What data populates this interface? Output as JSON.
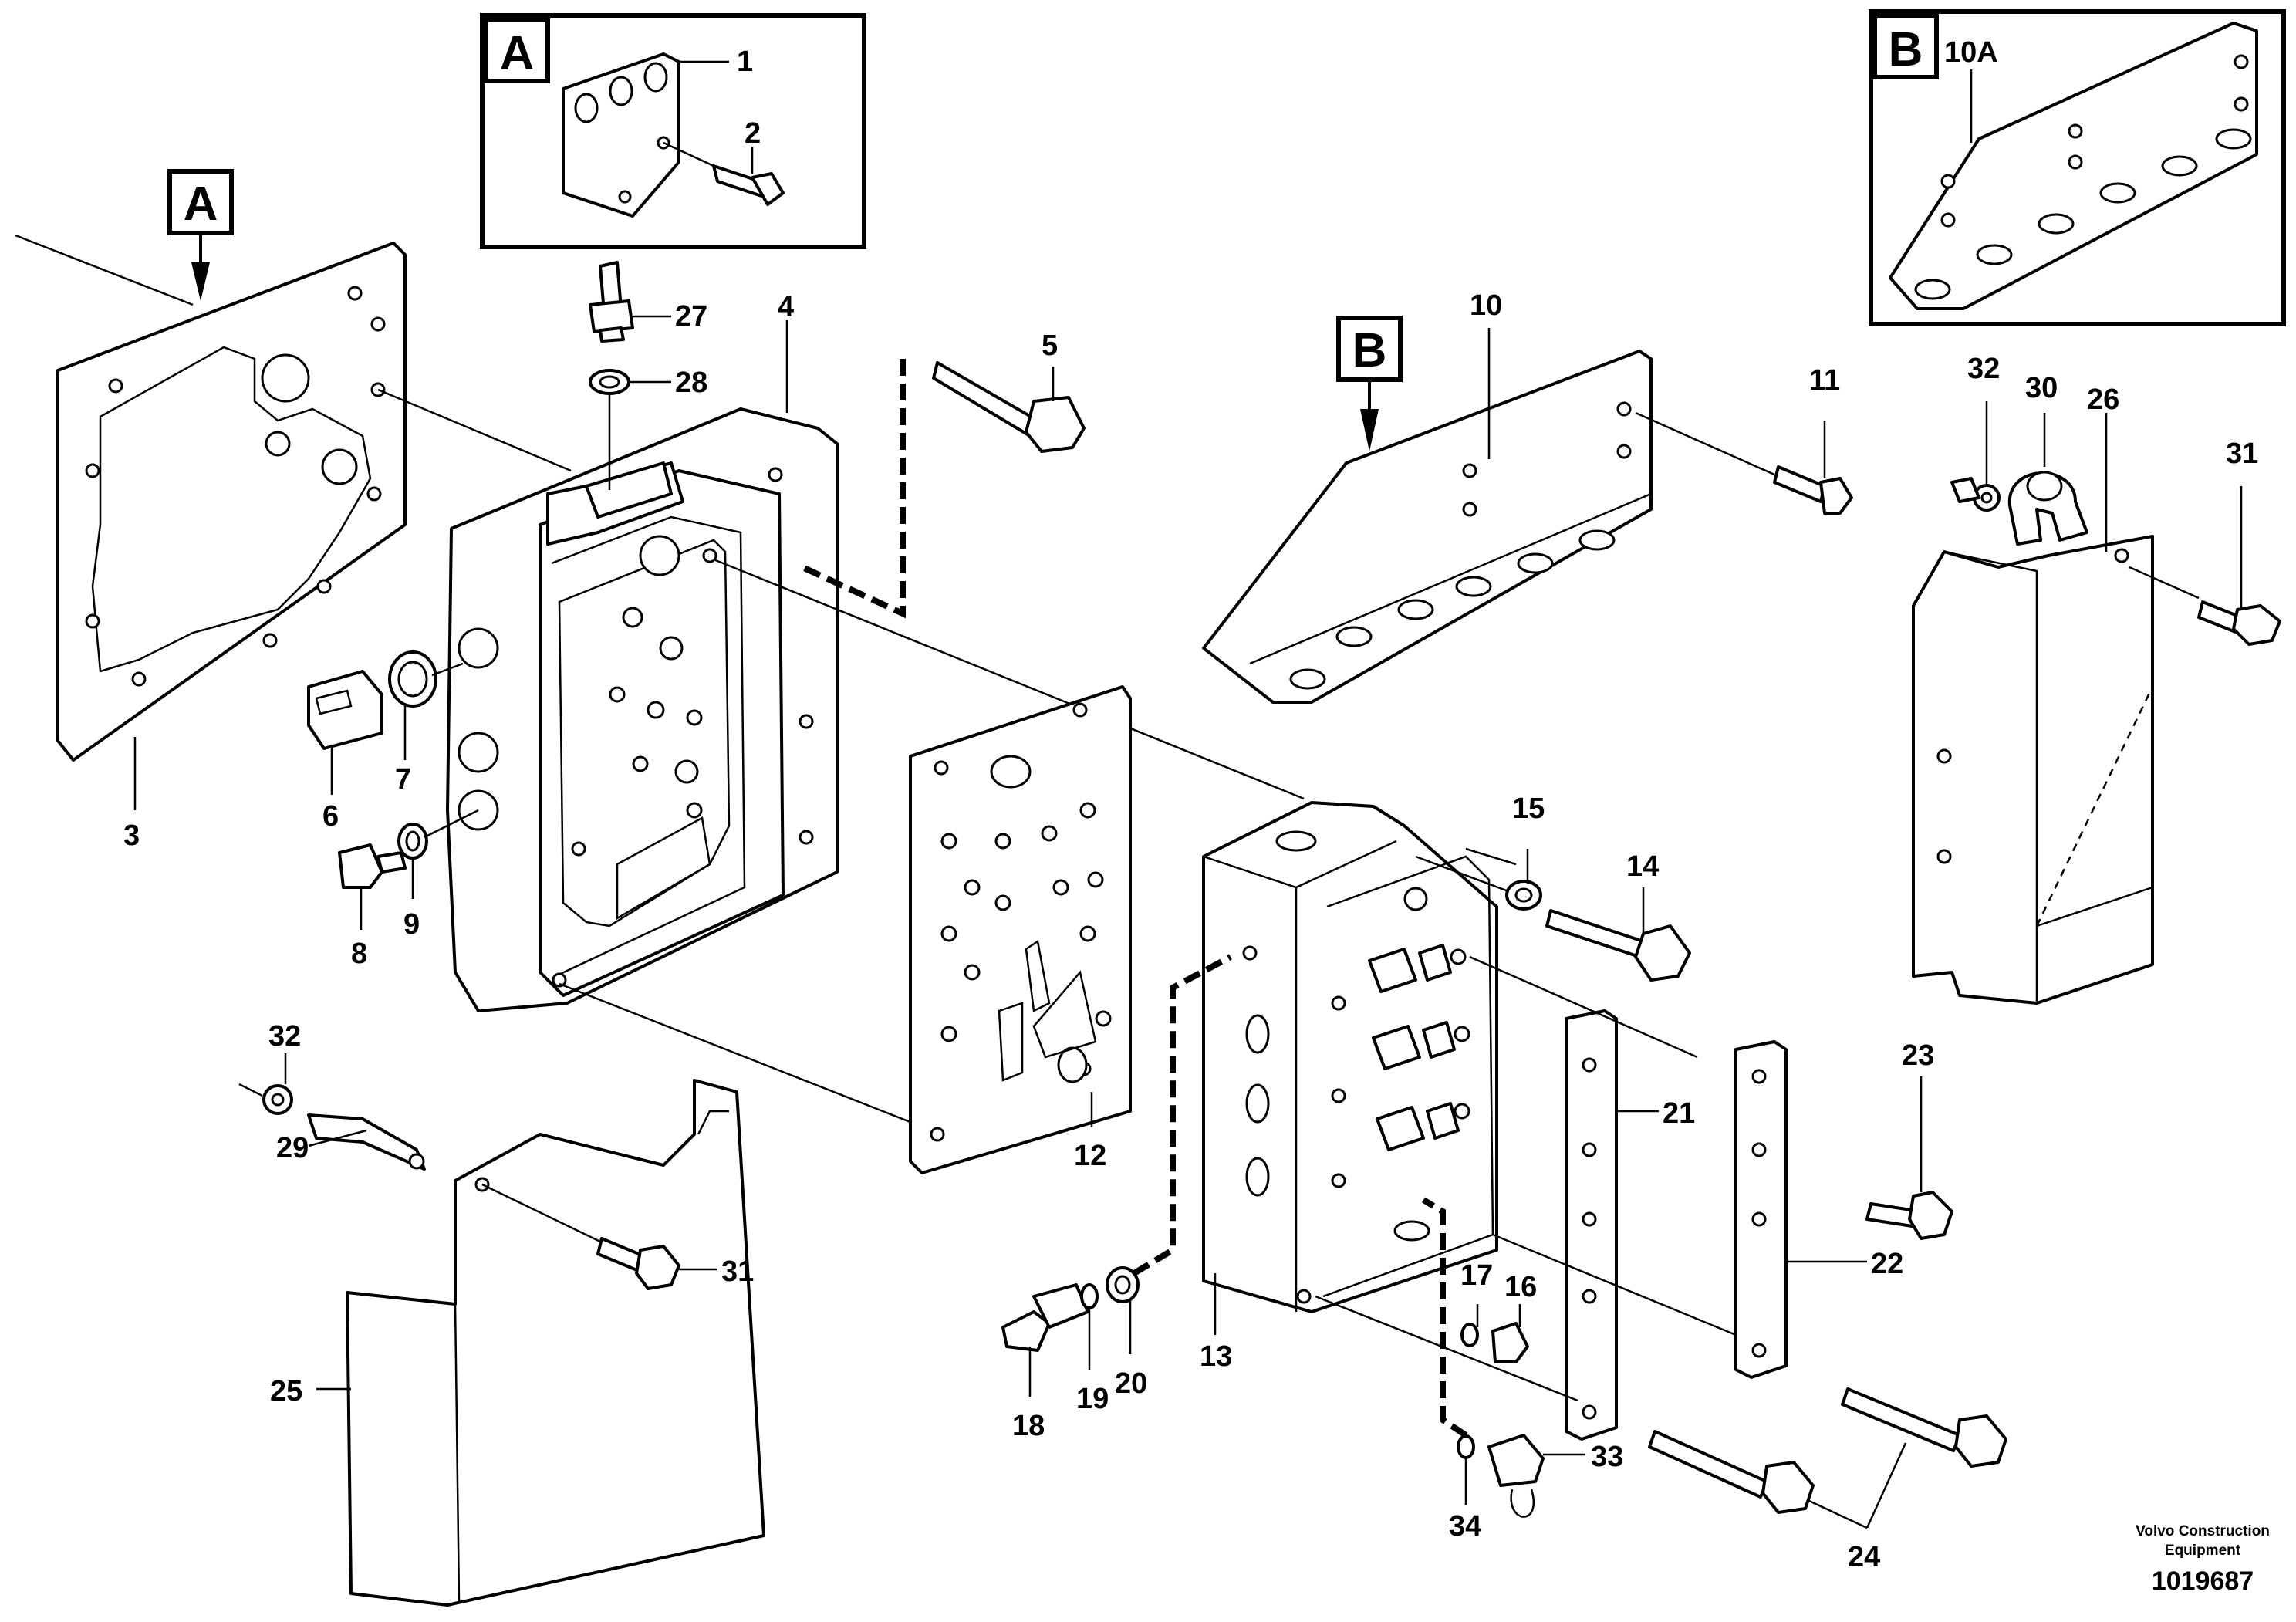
{
  "detail_views": [
    {
      "letter": "A"
    },
    {
      "letter": "B"
    }
  ],
  "markers": [
    {
      "letter": "A"
    },
    {
      "letter": "B"
    }
  ],
  "callouts": [
    "1",
    "2",
    "3",
    "4",
    "5",
    "6",
    "7",
    "8",
    "9",
    "10",
    "10A",
    "11",
    "12",
    "13",
    "14",
    "15",
    "16",
    "17",
    "18",
    "19",
    "20",
    "21",
    "22",
    "23",
    "24",
    "25",
    "26",
    "27",
    "28",
    "29",
    "30",
    "31",
    "31",
    "32",
    "32",
    "33",
    "34"
  ],
  "footer": {
    "line1": "Volvo Construction",
    "line2": "Equipment",
    "drawing_number": "1019687"
  }
}
